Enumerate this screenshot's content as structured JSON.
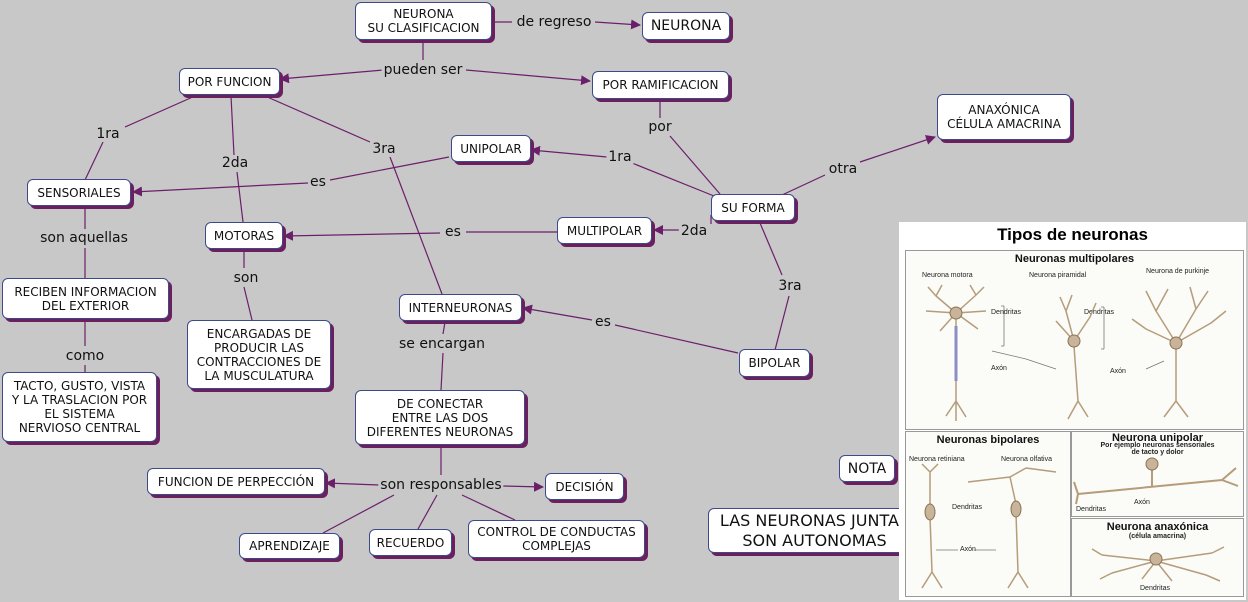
{
  "nodes": {
    "neurona_clasificacion": "NEURONA\nSU CLASIFICACION",
    "neurona": "NEURONA",
    "por_funcion": "POR FUNCION",
    "por_ramificacion": "POR RAMIFICACION",
    "anaxonica": "ANAXÓNICA\nCÉLULA AMACRINA",
    "unipolar": "UNIPOLAR",
    "sensoriales": "SENSORIALES",
    "su_forma": "SU FORMA",
    "motoras": "MOTORAS",
    "multipolar": "MULTIPOLAR",
    "reciben": "RECIBEN INFORMACION\nDEL EXTERIOR",
    "interneuronas": "INTERNEURONAS",
    "encargadas": "ENCARGADAS DE\nPRODUCIR LAS\nCONTRACCIONES DE\nLA MUSCULATURA",
    "bipolar": "BIPOLAR",
    "tacto": "TACTO, GUSTO, VISTA\nY LA TRASLACION POR\nEL SISTEMA\nNERVIOSO CENTRAL",
    "de_conectar": "DE CONECTAR\nENTRE LAS DOS\nDIFERENTES NEURONAS",
    "nota": "NOTA",
    "funcion_percepcion": "FUNCION DE PERPECCIÓN",
    "decision": "DECISIÓN",
    "juntas": "LAS NEURONAS JUNTAS\nSON AUTONOMAS",
    "aprendizaje": "APRENDIZAJE",
    "recuerdo": "RECUERDO",
    "control": "CONTROL DE CONDUCTAS\nCOMPLEJAS"
  },
  "link_labels": {
    "de_regreso": "de regreso",
    "pueden_ser": "pueden ser",
    "r1ra": "1ra",
    "r2da": "2da",
    "r3ra": "3ra",
    "por": "por",
    "otra": "otra",
    "es1": "es",
    "f1ra": "1ra",
    "es2": "es",
    "f2da": "2da",
    "son_aquellas": "son aquellas",
    "son": "son",
    "f3ra": "3ra",
    "es3": "es",
    "se_encargan": "se encargan",
    "como": "como",
    "son_responsables": "son responsables"
  },
  "figure": {
    "title": "Tipos de neuronas",
    "multipolares": "Neuronas multipolares",
    "motora": "Neurona motora",
    "piramidal": "Neurona piramidal",
    "purkinje": "Neurona de purkinje",
    "dendritas1": "Dendritas",
    "dendritas2": "Dendritas",
    "axon1": "Axón",
    "axon2": "Axón",
    "bipolares": "Neuronas bipolares",
    "retiniana": "Neurona retiniana",
    "olfativa": "Neurona olfativa",
    "dendritas3": "Dendritas",
    "axon3": "Axón",
    "unipolar": "Neurona unipolar",
    "unipolar_sub": "Por ejemplo neuronas sensoriales\nde tacto y dolor",
    "dendritas4": "Dendritas",
    "axon4": "Axón",
    "anaxonica": "Neurona anaxónica",
    "anaxonica_sub": "(célula amacrina)",
    "dendritas5": "Dendritas"
  },
  "colors": {
    "line": "#6b1f6b",
    "background": "#c8c8c8",
    "shadow": "#6b1f5c",
    "neuron": "#c9b49a"
  }
}
